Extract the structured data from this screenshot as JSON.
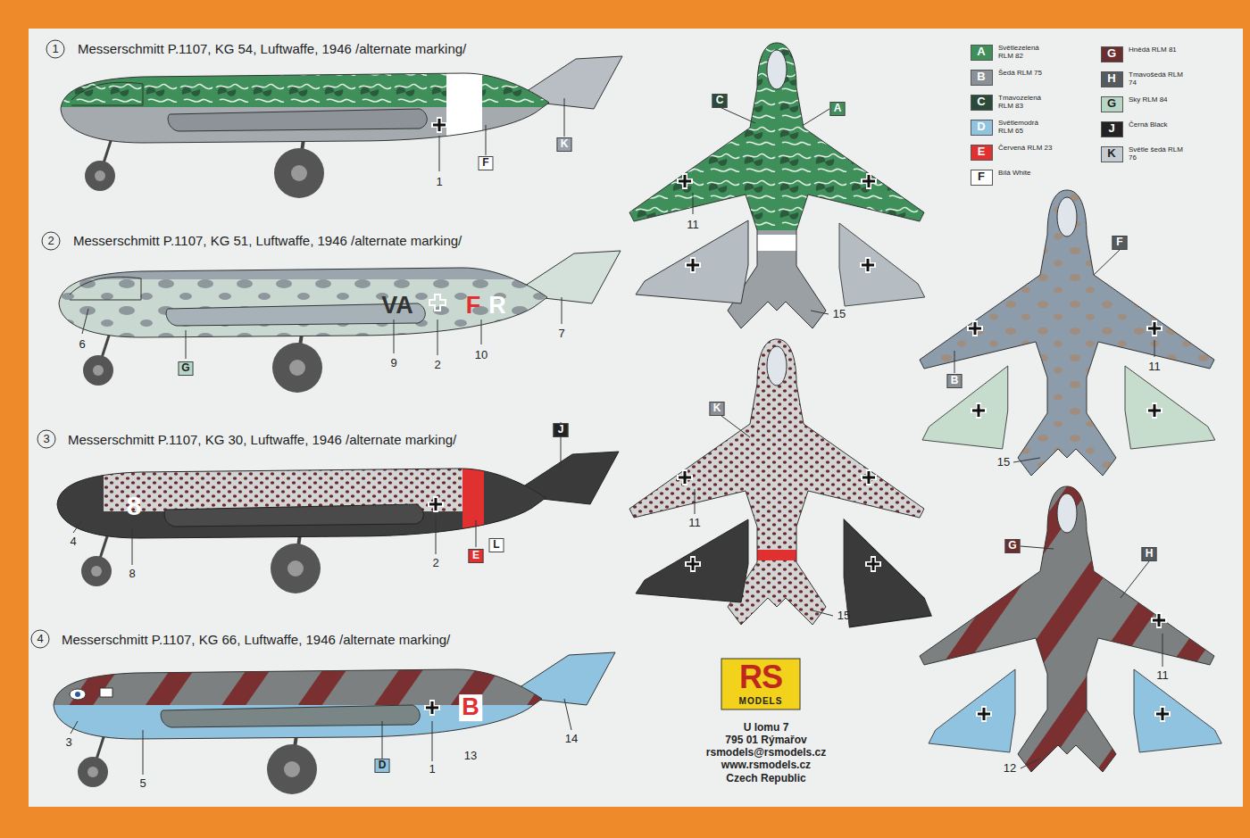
{
  "diagram": {
    "labels": [
      "1",
      "Messerschmitt P.1107, KG 54, Luftwaffe, 1946 /alternate marking/",
      "2",
      "Messerschmitt P.1107, KG 51, Luftwaffe, 1946 /alternate marking/",
      "3",
      "Messerschmitt P.1107, KG 30, Luftwaffe, 1946 /alternate marking/",
      "4",
      "Messerschmitt P.1107, KG 66, Luftwaffe, 1946 /alternate marking/",
      "1",
      "F",
      "K",
      "C",
      "A",
      "11",
      "15",
      "VA",
      "F",
      "R",
      "6",
      "G",
      "9",
      "2",
      "10",
      "7",
      "F",
      "B",
      "11",
      "15",
      "8",
      "J",
      "4",
      "8",
      "2",
      "E",
      "L",
      "K",
      "11",
      "15",
      "G",
      "H",
      "11",
      "12",
      "B",
      "3",
      "5",
      "D",
      "1",
      "13",
      "14",
      "RS",
      "MODELS",
      "U lomu 7",
      "795 01 Rýmařov",
      "rsmodels@rsmodels.cz",
      "www.rsmodels.cz",
      "Czech Republic",
      "A",
      "B",
      "C",
      "D",
      "E",
      "F",
      "G",
      "H",
      "G",
      "J",
      "K"
    ],
    "legend": [
      {
        "text": "Světlezelená RLM 82",
        "color": "#3f8f5a"
      },
      {
        "text": "Šedá RLM 75",
        "color": "#8a9096"
      },
      {
        "text": "Tmavozelená RLM 83",
        "color": "#2b4a3a"
      },
      {
        "text": "Světlemodrá RLM 65",
        "color": "#8fc3e0"
      },
      {
        "text": "Červená RLM 23",
        "color": "#e03030"
      },
      {
        "text": "Bílá White",
        "color": "#ffffff"
      },
      {
        "text": "Hnědá RLM 81",
        "color": "#6b2e2e"
      },
      {
        "text": "Tmavošedá RLM 74",
        "color": "#555a5e"
      },
      {
        "text": "Sky RLM 84",
        "color": "#b8d6c6"
      },
      {
        "text": "Černá Black",
        "color": "#222222"
      },
      {
        "text": "Světle šedá RLM 76",
        "color": "#c5ccd2"
      }
    ]
  }
}
